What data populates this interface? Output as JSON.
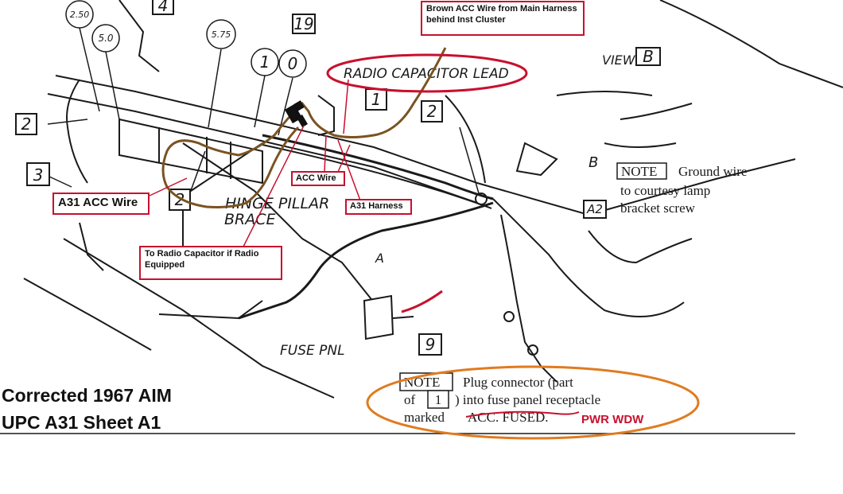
{
  "callouts": {
    "brown_acc": "Brown ACC Wire from Main Harness behind Inst Cluster",
    "a31_acc_wire": "A31 ACC Wire",
    "acc_wire": "ACC Wire",
    "a31_harness": "A31 Harness",
    "radio_capacitor": "To Radio Capacitor if Radio Equipped"
  },
  "handwritten": {
    "radio_capacitor_lead": "RADIO CAPACITOR LEAD",
    "hinge_pillar": "HINGE PILLAR",
    "brace": "BRACE",
    "fuse_pnl": "FUSE PNL",
    "view": "VIEW",
    "view_letter": "B",
    "b_label": "B",
    "a_label": "A",
    "a2_label": "A2"
  },
  "boxes": {
    "b19": "19",
    "b2_left": "2",
    "b3": "3",
    "b1": "1",
    "b2_right": "2",
    "b2_lower": "2",
    "b9": "9",
    "b4": "4"
  },
  "circles": {
    "c1": "2.50",
    "c2": "5.0",
    "c3": "5.75",
    "c4": "1",
    "c5": "0"
  },
  "note_ground": {
    "label": "NOTE",
    "line1": "Ground wire",
    "line2": "to courtesy lamp",
    "line3": "bracket screw"
  },
  "note_plug": {
    "label": "NOTE",
    "line1": "Plug connector (part",
    "line2a": "of",
    "box": "1",
    "line2b": ") into fuse panel receptacle",
    "line3a": "marked",
    "struck": "ACC. FUSED."
  },
  "correction": "PWR WDW",
  "caption": {
    "line1": "Corrected 1967 AIM",
    "line2": "UPC A31 Sheet A1"
  },
  "colors": {
    "callout_border": "#c8102e",
    "brown_wire": "#7a5320",
    "orange_ellipse": "#e07b20",
    "red_ellipse": "#c8102e"
  }
}
